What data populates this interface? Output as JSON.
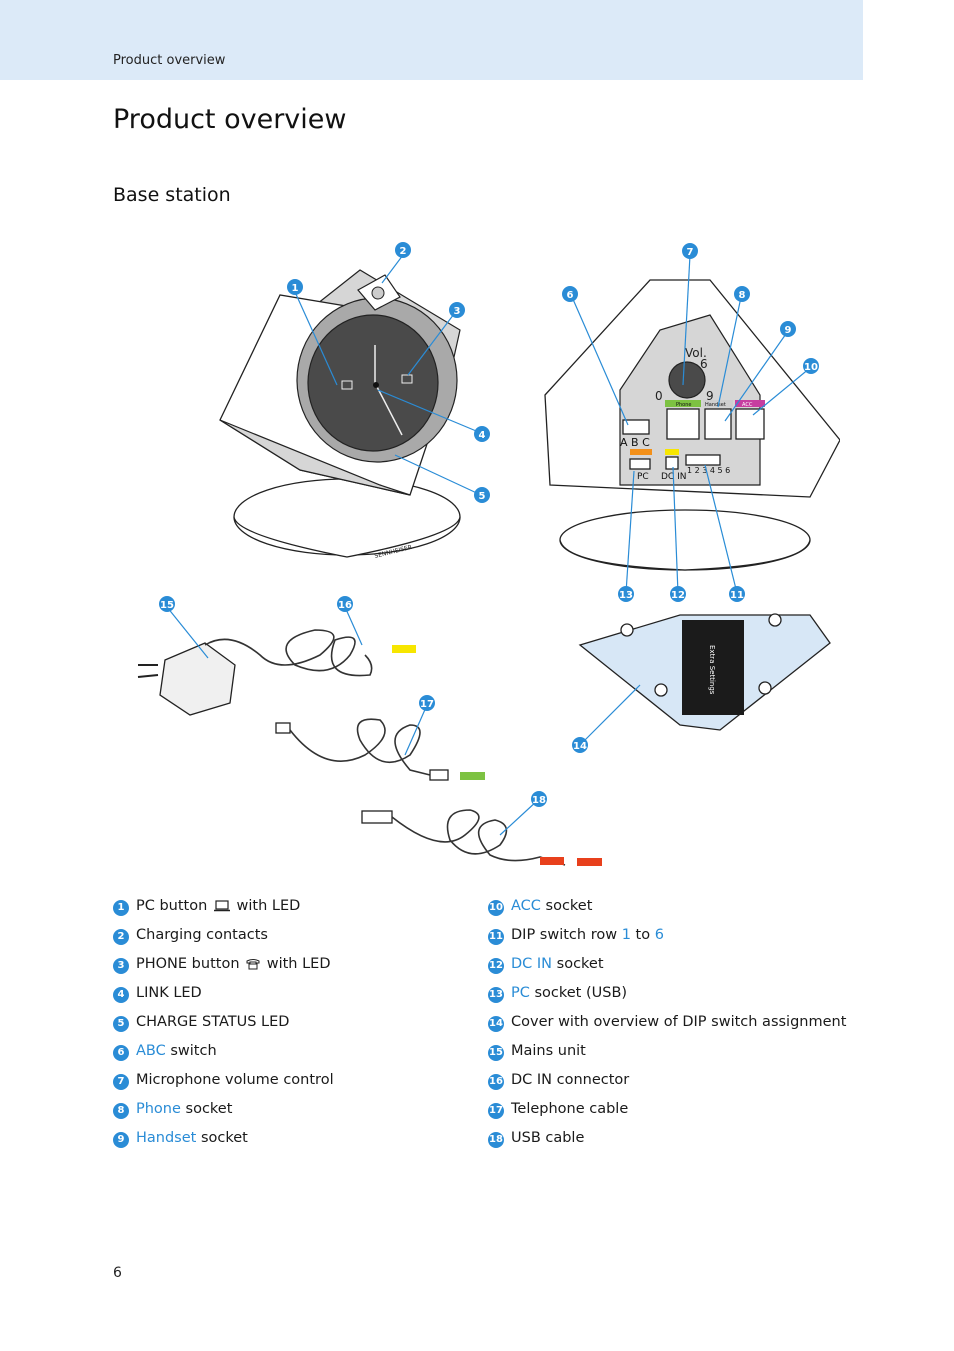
{
  "header": {
    "running_head": "Product overview"
  },
  "page_title": "Product overview",
  "section_title": "Base station",
  "figure": {
    "dial_label": "Vol.",
    "dial_numbers": [
      "0",
      "6",
      "9"
    ],
    "socket_labels": [
      "Phone",
      "Handset",
      "ACC"
    ],
    "abc_label": "A B C",
    "pc_label": "PC",
    "dcin_label": "DC IN",
    "dip_numbers": "1 2 3 4 5 6",
    "brand": "SENNHEISER",
    "cover_title": "Extra Settings",
    "callouts": [
      "1",
      "2",
      "3",
      "4",
      "5",
      "6",
      "7",
      "8",
      "9",
      "10",
      "11",
      "12",
      "13",
      "14",
      "15",
      "16",
      "17",
      "18"
    ],
    "colors": {
      "yellow": "#f7e600",
      "green": "#7dc242",
      "red": "#e8401c",
      "orange": "#f39019",
      "magenta": "#c63ea0",
      "cover": "#d7e7f6"
    }
  },
  "legend_left": [
    {
      "num": "1",
      "pre": "PC button",
      "icon": "laptop-icon",
      "post": "with LED"
    },
    {
      "num": "2",
      "text": "Charging contacts"
    },
    {
      "num": "3",
      "pre": "PHONE button",
      "icon": "phone-icon",
      "post": "with LED"
    },
    {
      "num": "4",
      "text": "LINK LED"
    },
    {
      "num": "5",
      "text": "CHARGE STATUS LED"
    },
    {
      "num": "6",
      "hl": "ABC",
      "post": "switch"
    },
    {
      "num": "7",
      "text": "Microphone volume control"
    },
    {
      "num": "8",
      "hl": "Phone",
      "post": "socket"
    },
    {
      "num": "9",
      "hl": "Handset",
      "post": "socket"
    }
  ],
  "legend_right": [
    {
      "num": "10",
      "hl": "ACC",
      "post": "socket"
    },
    {
      "num": "11",
      "pre": "DIP switch row",
      "hl1": "1",
      "mid": "to",
      "hl2": "6"
    },
    {
      "num": "12",
      "hl": "DC IN",
      "post": "socket"
    },
    {
      "num": "13",
      "hl": "PC",
      "post": "socket (USB)"
    },
    {
      "num": "14",
      "text": "Cover with overview of DIP switch assignment"
    },
    {
      "num": "15",
      "text": "Mains unit"
    },
    {
      "num": "16",
      "text": "DC IN connector"
    },
    {
      "num": "17",
      "text": "Telephone cable"
    },
    {
      "num": "18",
      "text": "USB cable"
    }
  ],
  "page_number": "6"
}
